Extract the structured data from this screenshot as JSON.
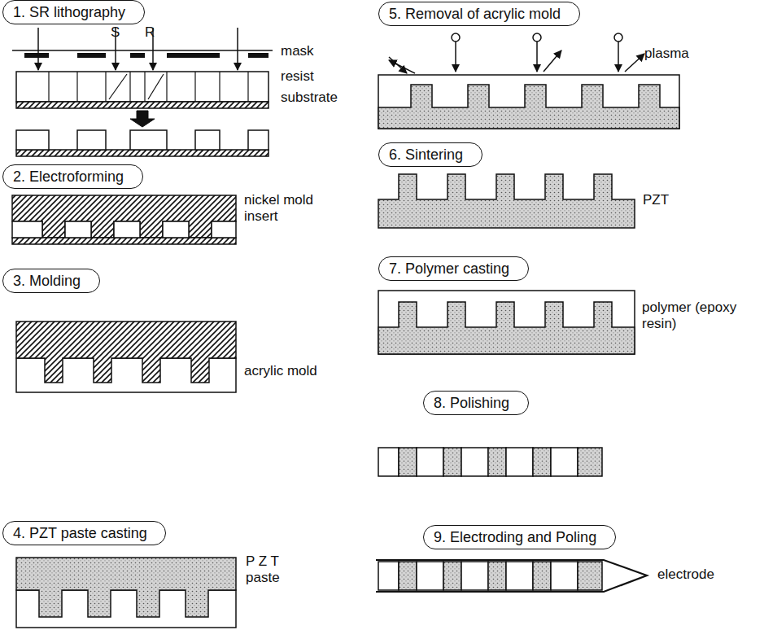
{
  "diagram": {
    "nodes": [
      {
        "text": [
          "1. SR lithography"
        ]
      },
      {
        "text": [
          "2. Electroforming"
        ]
      },
      {
        "text": [
          "3. Molding"
        ]
      },
      {
        "text": [
          "4. PZT paste casting"
        ]
      },
      {
        "text": [
          "5. Removal of acrylic mold"
        ]
      },
      {
        "text": [
          "6. Sintering"
        ]
      },
      {
        "text": [
          "7. Polymer casting"
        ]
      },
      {
        "text": [
          "8. Polishing"
        ]
      },
      {
        "text": [
          "9. Electroding and Poling"
        ]
      }
    ],
    "labels": [
      "S",
      "R",
      "mask",
      "resist",
      "substrate",
      "nickel mold insert",
      "acrylic mold",
      "P Z T paste",
      "plasma",
      "PZT",
      "polymer (epoxy resin)",
      "electrode"
    ]
  }
}
